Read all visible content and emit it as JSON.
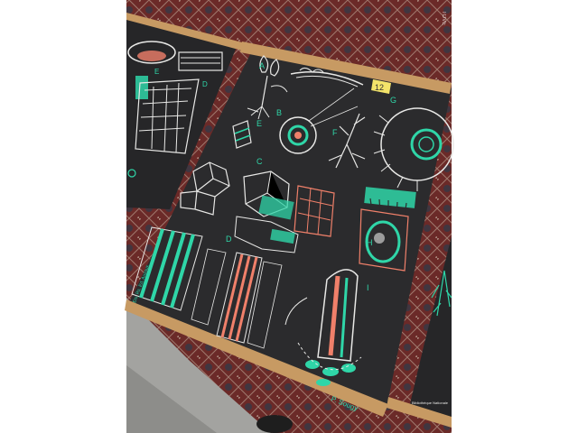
{
  "scene": {
    "description_free": true,
    "colors": {
      "rug": "#6b2a28",
      "rug_pattern": "#c9b9a8",
      "floor": "#9a9a96",
      "poster": "#2b2b2d",
      "wood_rod": "#c79a63",
      "chalk_white": "#e8e8e6",
      "chalk_teal": "#2fd6a8",
      "chalk_salmon": "#f0806a",
      "tag": "#f3e46a"
    }
  },
  "poster_main": {
    "letters": {
      "A": "A",
      "B": "B",
      "C": "C",
      "D": "D",
      "E": "E",
      "F": "F",
      "G": "G",
      "H": "H",
      "I": "I"
    },
    "tag_number": "12",
    "author": "P. Sougy",
    "publisher_left": "Ets. Rs. Ed. Auzoux"
  },
  "poster_right": {
    "caption": "Bibliothèque Nationale"
  },
  "watermark": "TOVE"
}
